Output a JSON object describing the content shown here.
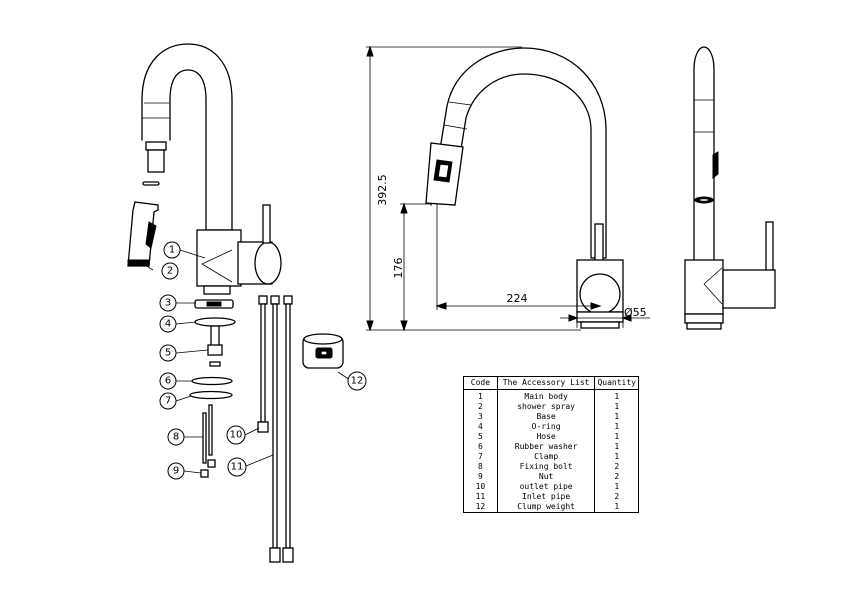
{
  "callouts": [
    "1",
    "2",
    "3",
    "4",
    "5",
    "6",
    "7",
    "8",
    "9",
    "10",
    "11",
    "12"
  ],
  "dimensions": {
    "height_total": "392.5",
    "height_spout": "176",
    "reach": "224",
    "diameter": "Ø55"
  },
  "table": {
    "headers": [
      "Code",
      "The Accessory List",
      "Quantity"
    ],
    "rows": [
      {
        "code": "1",
        "name": "Main body",
        "qty": "1"
      },
      {
        "code": "2",
        "name": "shower spray",
        "qty": "1"
      },
      {
        "code": "3",
        "name": "Base",
        "qty": "1"
      },
      {
        "code": "4",
        "name": "O-ring",
        "qty": "1"
      },
      {
        "code": "5",
        "name": "Hose",
        "qty": "1"
      },
      {
        "code": "6",
        "name": "Rubber washer",
        "qty": "1"
      },
      {
        "code": "7",
        "name": "Clamp",
        "qty": "1"
      },
      {
        "code": "8",
        "name": "Fixing bolt",
        "qty": "2"
      },
      {
        "code": "9",
        "name": "Nut",
        "qty": "2"
      },
      {
        "code": "10",
        "name": "outlet pipe",
        "qty": "1"
      },
      {
        "code": "11",
        "name": "Inlet pipe",
        "qty": "2"
      },
      {
        "code": "12",
        "name": "Clump weight",
        "qty": "1"
      }
    ]
  }
}
